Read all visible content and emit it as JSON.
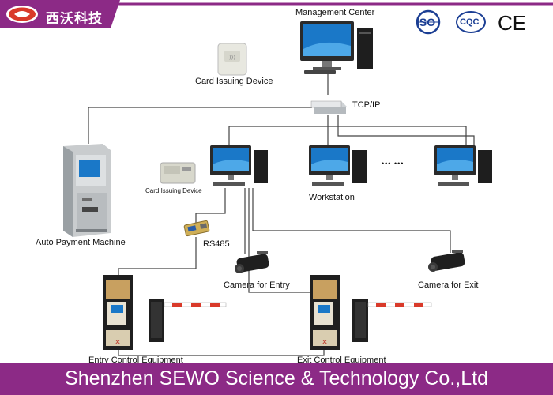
{
  "logo": {
    "text": "西沃科技",
    "icon": "sewo-s-logo-icon"
  },
  "certifications": [
    {
      "name": "iso-badge",
      "text": "ISO"
    },
    {
      "name": "cqc-badge",
      "text": "CQC"
    },
    {
      "name": "ce-mark",
      "text": "CE"
    }
  ],
  "nodes": {
    "management_center": "Management Center",
    "card_issuing_top": "Card Issuing Device",
    "tcpip": "TCP/IP",
    "card_issuing_mid": "Card Issuing Device",
    "workstation": "Workstation",
    "ellipsis": "••• •••",
    "auto_payment": "Auto Payment Machine",
    "rs485": "RS485",
    "camera_entry": "Camera for Entry",
    "camera_exit": "Camera for Exit",
    "entry_equipment": "Entry Control Equipment",
    "exit_equipment": "Exit Control Equipment"
  },
  "footer": {
    "company": "Shenzhen SEWO Science & Technology Co.,Ltd"
  },
  "colors": {
    "brand": "#8c2a86",
    "barrier_stripe": "#d93a2a",
    "screen": "#1a78c8",
    "line": "#444444"
  }
}
